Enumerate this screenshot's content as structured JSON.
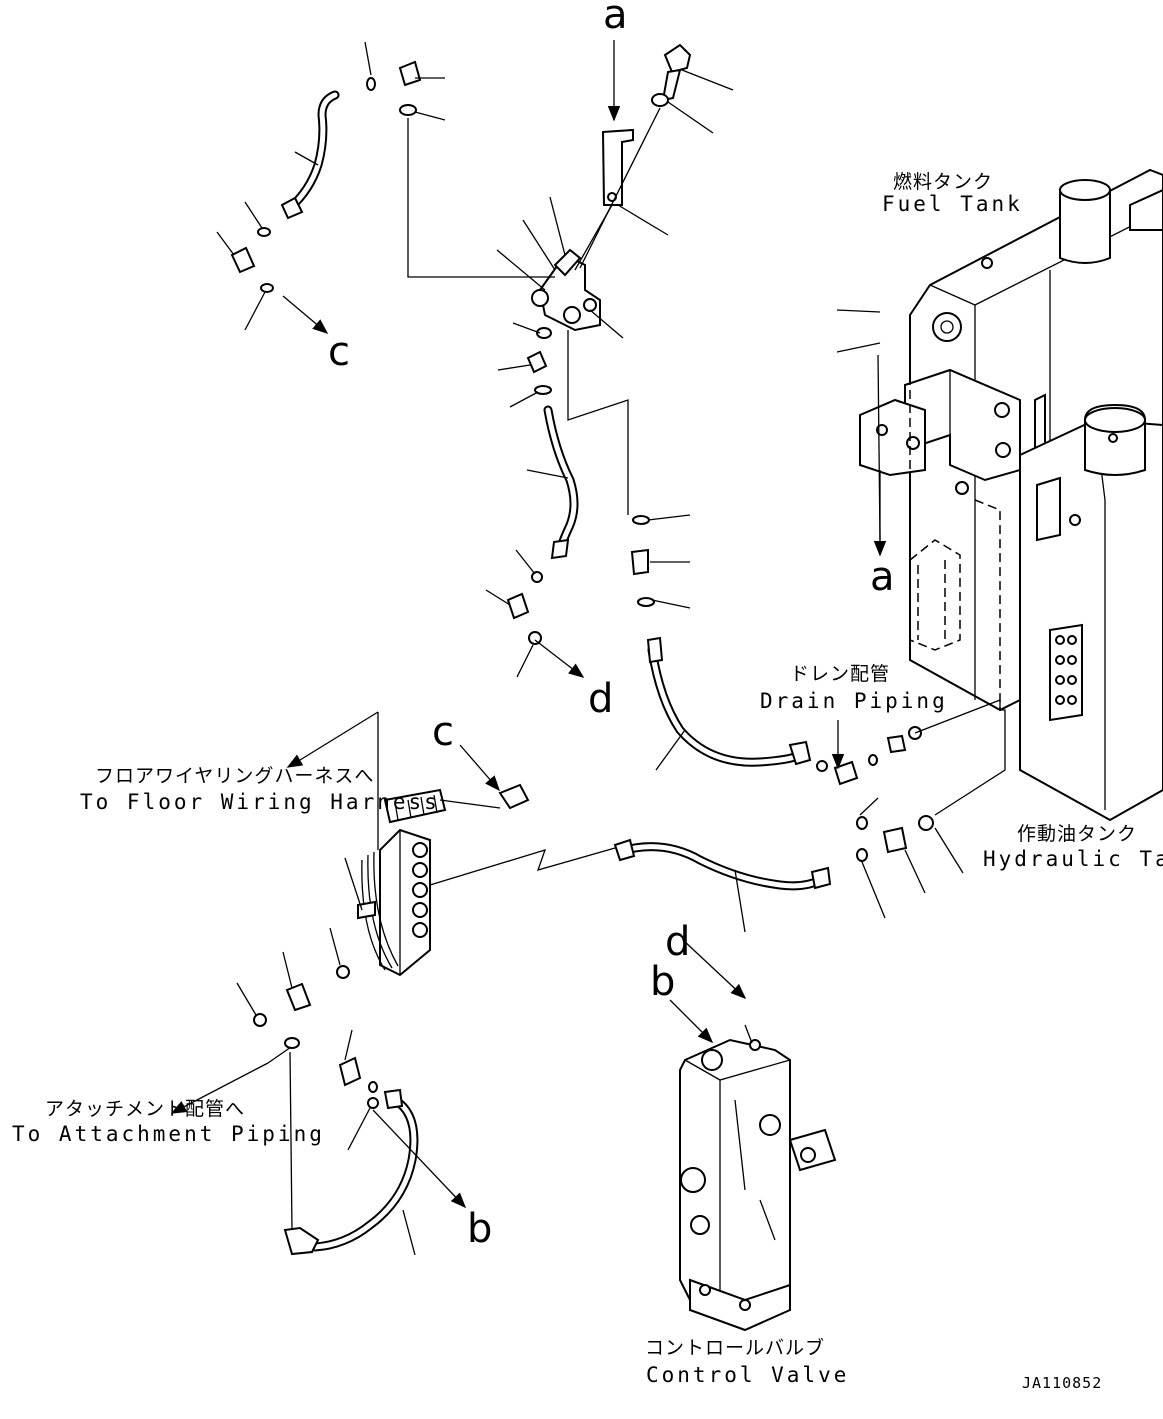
{
  "labels": {
    "fuel_tank_jp": "燃料タンク",
    "fuel_tank_en": "Fuel Tank",
    "drain_piping_jp": "ドレン配管",
    "drain_piping_en": "Drain Piping",
    "floor_harness_jp": "フロアワイヤリングハーネスへ",
    "floor_harness_en": "To Floor Wiring Harness",
    "hydraulic_tank_jp": "作動油タンク",
    "hydraulic_tank_en": "Hydraulic Tank",
    "attachment_piping_jp": "アタッチメント配管へ",
    "attachment_piping_en": "To Attachment Piping",
    "control_valve_jp": "コントロールバルブ",
    "control_valve_en": "Control Valve"
  },
  "letters": {
    "a_top": "a",
    "a_mid": "a",
    "c_left": "c",
    "c_mid": "c",
    "d_mid": "d",
    "d_bottom": "d",
    "b_bottom": "b",
    "b_valve": "b"
  },
  "figure_code": "JA110852"
}
